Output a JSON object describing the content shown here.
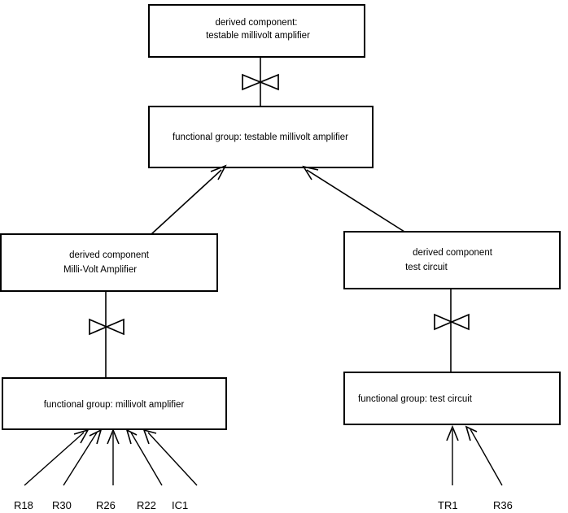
{
  "diagram": {
    "title_boxes": [
      {
        "id": "derived-testable-millivolt-amplifier",
        "line1": "derived component:",
        "line2": "testable millivolt amplifier"
      },
      {
        "id": "functional-group-testable-millivolt-amplifier",
        "line1": "functional group: testable millivolt amplifier",
        "line2": ""
      },
      {
        "id": "derived-milli-volt-amplifier",
        "line1": "derived component",
        "line2": "Milli-Volt Amplifier"
      },
      {
        "id": "derived-test-circuit",
        "line1": "derived component",
        "line2": "test circuit"
      },
      {
        "id": "functional-group-millivolt-amplifier",
        "line1": "functional group: millivolt amplifier",
        "line2": ""
      },
      {
        "id": "functional-group-test-circuit",
        "line1": "functional group: test circuit",
        "line2": ""
      }
    ],
    "leaf_labels_left": [
      "R18",
      "R30",
      "R26",
      "R22",
      "IC1"
    ],
    "leaf_labels_right": [
      "TR1",
      "R36"
    ],
    "colors": {
      "stroke": "#000000",
      "fill": "#ffffff",
      "background": "#ffffff"
    }
  }
}
